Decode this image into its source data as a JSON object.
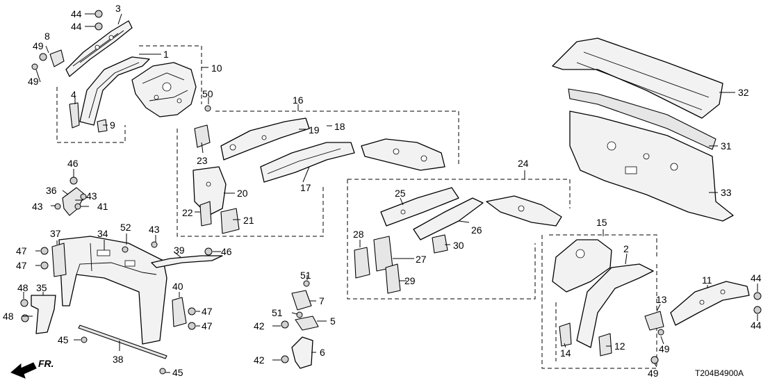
{
  "diagram": {
    "code": "T204B4900A",
    "arrow": "FR."
  },
  "callouts": [
    {
      "id": "c44a",
      "text": "44"
    },
    {
      "id": "c3",
      "text": "3"
    },
    {
      "id": "c44b",
      "text": "44"
    },
    {
      "id": "c49a",
      "text": "49"
    },
    {
      "id": "c8",
      "text": "8"
    },
    {
      "id": "c49b",
      "text": "49"
    },
    {
      "id": "c1",
      "text": "1"
    },
    {
      "id": "c10",
      "text": "10"
    },
    {
      "id": "c4",
      "text": "4"
    },
    {
      "id": "c9",
      "text": "9"
    },
    {
      "id": "c50",
      "text": "50"
    },
    {
      "id": "c16",
      "text": "16"
    },
    {
      "id": "c19",
      "text": "19"
    },
    {
      "id": "c18",
      "text": "18"
    },
    {
      "id": "c23",
      "text": "23"
    },
    {
      "id": "c17",
      "text": "17"
    },
    {
      "id": "c20",
      "text": "20"
    },
    {
      "id": "c22",
      "text": "22"
    },
    {
      "id": "c21",
      "text": "21"
    },
    {
      "id": "c46a",
      "text": "46"
    },
    {
      "id": "c36",
      "text": "36"
    },
    {
      "id": "c43a",
      "text": "43"
    },
    {
      "id": "c43b",
      "text": "43"
    },
    {
      "id": "c41",
      "text": "41"
    },
    {
      "id": "c37",
      "text": "37"
    },
    {
      "id": "c34",
      "text": "34"
    },
    {
      "id": "c52",
      "text": "52"
    },
    {
      "id": "c43c",
      "text": "43"
    },
    {
      "id": "c47a",
      "text": "47"
    },
    {
      "id": "c39",
      "text": "39"
    },
    {
      "id": "c46b",
      "text": "46"
    },
    {
      "id": "c47b",
      "text": "47"
    },
    {
      "id": "c48a",
      "text": "48"
    },
    {
      "id": "c35",
      "text": "35"
    },
    {
      "id": "c40",
      "text": "40"
    },
    {
      "id": "c48b",
      "text": "48"
    },
    {
      "id": "c47c",
      "text": "47"
    },
    {
      "id": "c47d",
      "text": "47"
    },
    {
      "id": "c45a",
      "text": "45"
    },
    {
      "id": "c38",
      "text": "38"
    },
    {
      "id": "c45b",
      "text": "45"
    },
    {
      "id": "c51a",
      "text": "51"
    },
    {
      "id": "c7",
      "text": "7"
    },
    {
      "id": "c51b",
      "text": "51"
    },
    {
      "id": "c42a",
      "text": "42"
    },
    {
      "id": "c5",
      "text": "5"
    },
    {
      "id": "c6",
      "text": "6"
    },
    {
      "id": "c42b",
      "text": "42"
    },
    {
      "id": "c24",
      "text": "24"
    },
    {
      "id": "c25",
      "text": "25"
    },
    {
      "id": "c26",
      "text": "26"
    },
    {
      "id": "c28",
      "text": "28"
    },
    {
      "id": "c30",
      "text": "30"
    },
    {
      "id": "c27",
      "text": "27"
    },
    {
      "id": "c29",
      "text": "29"
    },
    {
      "id": "c32",
      "text": "32"
    },
    {
      "id": "c31",
      "text": "31"
    },
    {
      "id": "c33",
      "text": "33"
    },
    {
      "id": "c15",
      "text": "15"
    },
    {
      "id": "c2",
      "text": "2"
    },
    {
      "id": "c11",
      "text": "11"
    },
    {
      "id": "c44c",
      "text": "44"
    },
    {
      "id": "c13",
      "text": "13"
    },
    {
      "id": "c44d",
      "text": "44"
    },
    {
      "id": "c49c",
      "text": "49"
    },
    {
      "id": "c14",
      "text": "14"
    },
    {
      "id": "c12",
      "text": "12"
    },
    {
      "id": "c49d",
      "text": "49"
    }
  ]
}
